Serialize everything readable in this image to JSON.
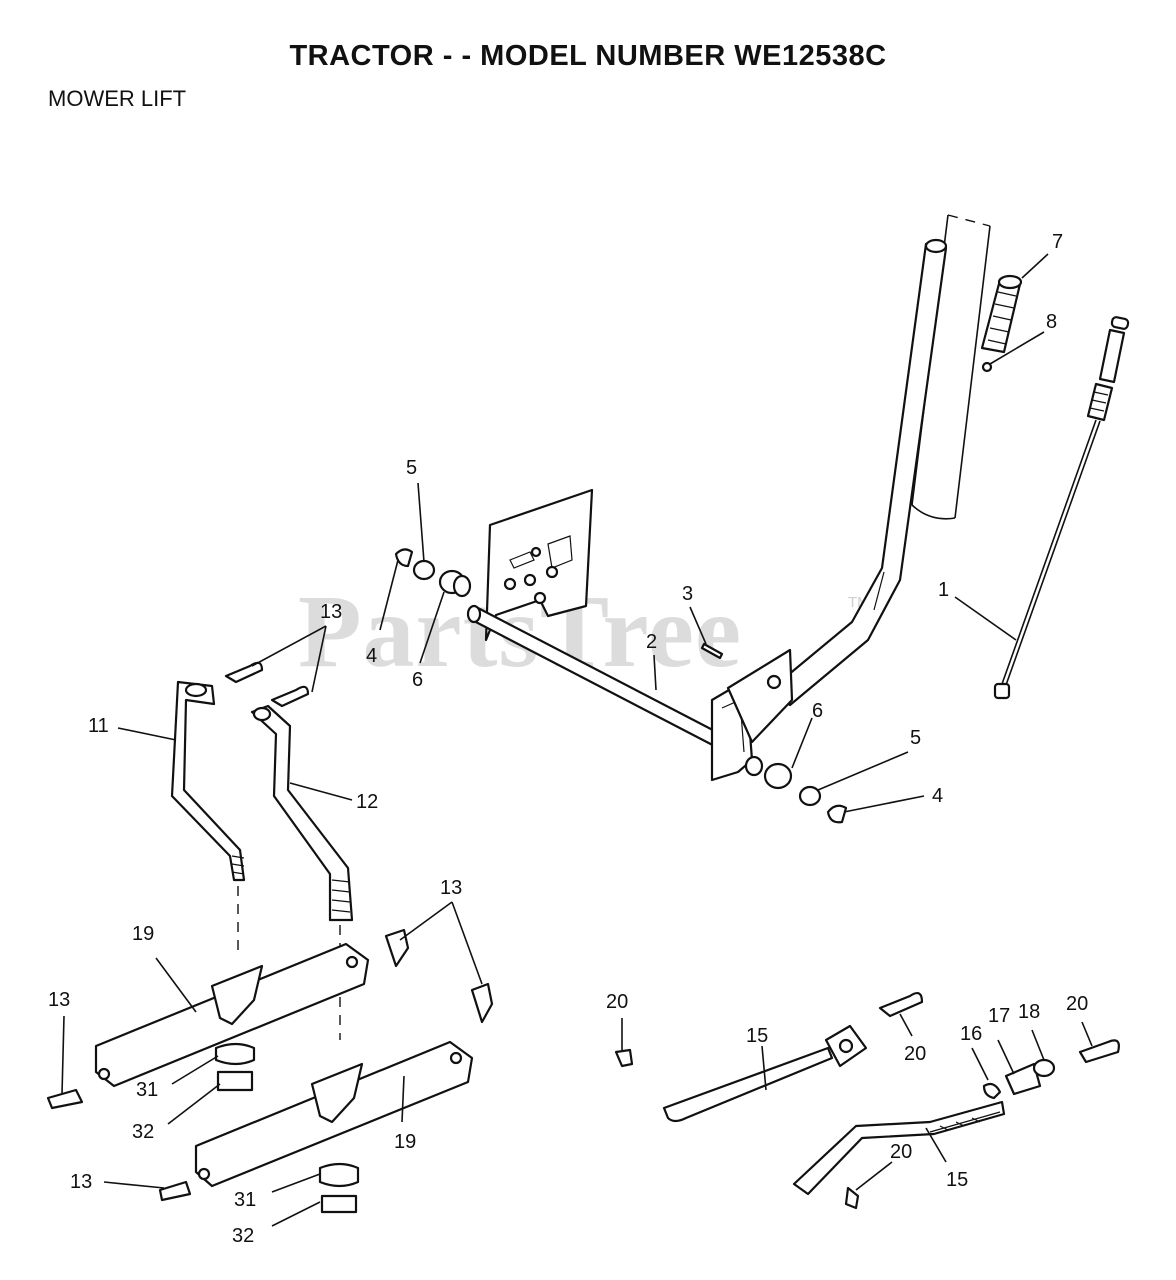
{
  "header": {
    "title": "TRACTOR - - MODEL NUMBER WE12538C",
    "subtitle": "MOWER LIFT"
  },
  "watermark": {
    "text": "PartsTree",
    "trademark": "TM"
  },
  "callouts": [
    {
      "id": "c1",
      "label": "1"
    },
    {
      "id": "c2",
      "label": "2"
    },
    {
      "id": "c3",
      "label": "3"
    },
    {
      "id": "c4a",
      "label": "4"
    },
    {
      "id": "c4b",
      "label": "4"
    },
    {
      "id": "c5a",
      "label": "5"
    },
    {
      "id": "c5b",
      "label": "5"
    },
    {
      "id": "c6a",
      "label": "6"
    },
    {
      "id": "c6b",
      "label": "6"
    },
    {
      "id": "c7",
      "label": "7"
    },
    {
      "id": "c8",
      "label": "8"
    },
    {
      "id": "c11",
      "label": "11"
    },
    {
      "id": "c12",
      "label": "12"
    },
    {
      "id": "c13a",
      "label": "13"
    },
    {
      "id": "c13b",
      "label": "13"
    },
    {
      "id": "c13c",
      "label": "13"
    },
    {
      "id": "c13d",
      "label": "13"
    },
    {
      "id": "c15a",
      "label": "15"
    },
    {
      "id": "c15b",
      "label": "15"
    },
    {
      "id": "c16",
      "label": "16"
    },
    {
      "id": "c17",
      "label": "17"
    },
    {
      "id": "c18",
      "label": "18"
    },
    {
      "id": "c19a",
      "label": "19"
    },
    {
      "id": "c19b",
      "label": "19"
    },
    {
      "id": "c20a",
      "label": "20"
    },
    {
      "id": "c20b",
      "label": "20"
    },
    {
      "id": "c20c",
      "label": "20"
    },
    {
      "id": "c20d",
      "label": "20"
    },
    {
      "id": "c31a",
      "label": "31"
    },
    {
      "id": "c31b",
      "label": "31"
    },
    {
      "id": "c32a",
      "label": "32"
    },
    {
      "id": "c32b",
      "label": "32"
    }
  ]
}
